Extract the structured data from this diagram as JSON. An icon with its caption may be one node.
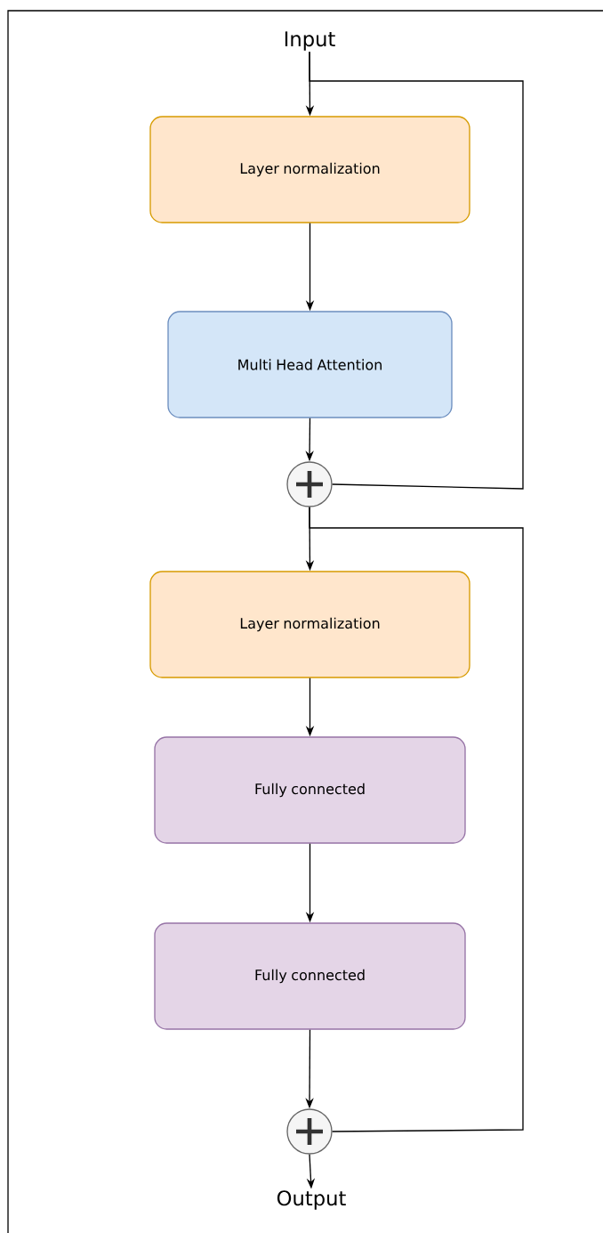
{
  "diagram": {
    "nodes": [
      {
        "text": [
          "Input"
        ]
      },
      {
        "text": [
          "Layer normalization"
        ]
      },
      {
        "text": [
          "Multi Head Attention"
        ]
      },
      {
        "text": [],
        "shape": "circle"
      },
      {
        "text": [
          "Layer normalization"
        ]
      },
      {
        "text": [
          "Fully connected"
        ]
      },
      {
        "text": [
          "Fully connected"
        ]
      },
      {
        "text": [],
        "shape": "circle"
      },
      {
        "text": [
          "Output"
        ]
      }
    ],
    "edges": [
      {
        "from": 0,
        "to": 1,
        "arrow": "to"
      },
      {
        "from": 1,
        "to": 2,
        "arrow": "to"
      },
      {
        "from": 2,
        "to": 3,
        "arrow": "to"
      },
      {
        "from": 0,
        "to": 3,
        "arrow": "none"
      },
      {
        "from": 3,
        "to": 4,
        "arrow": "to"
      },
      {
        "from": 4,
        "to": 5,
        "arrow": "to"
      },
      {
        "from": 5,
        "to": 6,
        "arrow": "to"
      },
      {
        "from": 6,
        "to": 7,
        "arrow": "to"
      },
      {
        "from": 3,
        "to": 7,
        "arrow": "none"
      },
      {
        "from": 7,
        "to": 8,
        "arrow": "to"
      }
    ]
  }
}
